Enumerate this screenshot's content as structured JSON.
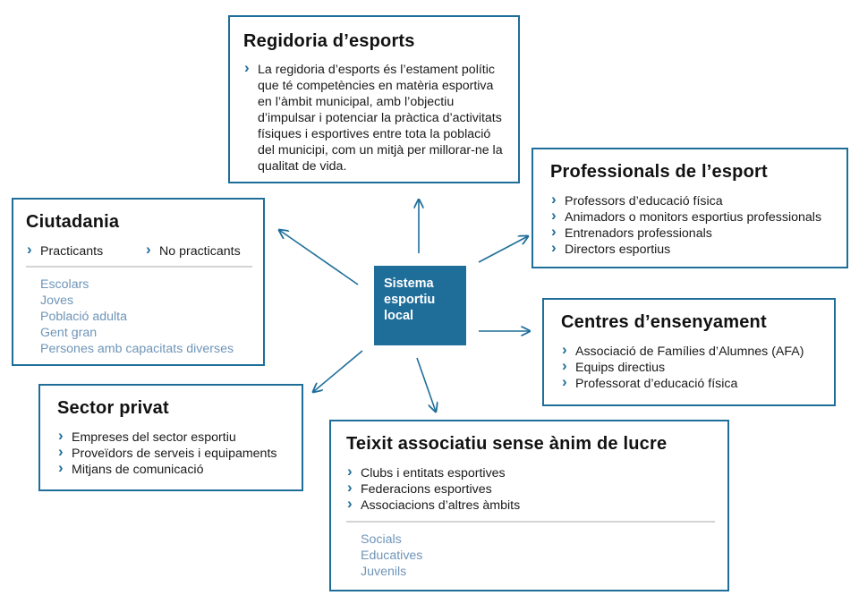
{
  "center": {
    "lines": [
      "Sistema",
      "esportiu",
      "local"
    ]
  },
  "regidoria": {
    "title": "Regidoria d’esports",
    "items": [
      "La regidoria d’esports és l’estament polític que té competències en matèria esportiva en l’àmbit municipal, amb l’objectiu d’impulsar i potenciar la pràctica d’activitats físiques i esportives entre tota la població del municipi, com un mitjà per millorar-ne la qualitat de vida."
    ]
  },
  "professionals": {
    "title": "Professionals de l’esport",
    "items": [
      "Professors d’educació física",
      "Animadors o monitors esportius professionals",
      "Entrenadors professionals",
      "Directors esportius"
    ]
  },
  "ciutadania": {
    "title": "Ciutadania",
    "items": [
      "Practicants",
      "No practicants"
    ],
    "subitems": [
      "Escolars",
      "Joves",
      "Població adulta",
      "Gent gran",
      "Persones amb capacitats diverses"
    ]
  },
  "centres": {
    "title": "Centres d’ensenyament",
    "items": [
      "Associació de Famílies d’Alumnes (AFA)",
      "Equips directius",
      "Professorat d’educació física"
    ]
  },
  "privat": {
    "title": "Sector privat",
    "items": [
      "Empreses del sector esportiu",
      "Proveïdors de serveis i equipaments",
      "Mitjans de comunicació"
    ]
  },
  "teixit": {
    "title": "Teixit associatiu sense ànim de lucre",
    "items": [
      "Clubs i entitats esportives",
      "Federacions esportives",
      "Associacions d’altres àmbits"
    ],
    "subitems": [
      "Socials",
      "Educatives",
      "Juvenils"
    ]
  },
  "colors": {
    "accent": "#1f6e9a",
    "subtext": "#6f95b8",
    "divider": "#d4d4d4"
  }
}
